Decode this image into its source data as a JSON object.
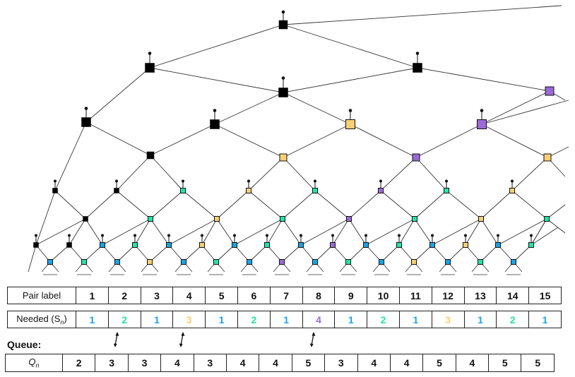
{
  "colors": {
    "black": "#000000",
    "blue": "#1aa3e6",
    "green": "#25e3a4",
    "yellow": "#f7cf74",
    "purple": "#9a6ad6"
  },
  "pair_row": {
    "header": "Pair label",
    "values": [
      "1",
      "2",
      "3",
      "4",
      "5",
      "6",
      "7",
      "8",
      "9",
      "10",
      "11",
      "12",
      "13",
      "14",
      "15"
    ]
  },
  "needed_row": {
    "header": "Needed (S",
    "header_sub": "n",
    "header_close": ")",
    "values": [
      "1",
      "2",
      "1",
      "3",
      "1",
      "2",
      "1",
      "4",
      "1",
      "2",
      "1",
      "3",
      "1",
      "2",
      "1"
    ],
    "colors": [
      "#1aa3e6",
      "#25e3a4",
      "#1aa3e6",
      "#f7cf74",
      "#1aa3e6",
      "#25e3a4",
      "#1aa3e6",
      "#9a6ad6",
      "#1aa3e6",
      "#25e3a4",
      "#1aa3e6",
      "#f7cf74",
      "#1aa3e6",
      "#25e3a4",
      "#1aa3e6"
    ]
  },
  "queue": {
    "title": "Queue:",
    "header": "Q",
    "header_sub": "n",
    "values": [
      "2",
      "3",
      "3",
      "4",
      "3",
      "4",
      "4",
      "5",
      "3",
      "4",
      "4",
      "5",
      "4",
      "5",
      "5"
    ]
  },
  "level_colors": {
    "L0": [
      "k",
      "k"
    ],
    "L1": [
      "k",
      "k",
      "k",
      "p"
    ],
    "L2": [
      "k",
      "k",
      "y",
      "p"
    ],
    "L3": [
      "k",
      "y",
      "p",
      "y"
    ],
    "L4": [
      "k",
      "k",
      "g",
      "y",
      "g",
      "p",
      "g",
      "y"
    ],
    "L5": [
      "k",
      "g",
      "y",
      "g",
      "p",
      "g",
      "y",
      "g"
    ],
    "L6": [
      "k",
      "k",
      "b",
      "g",
      "b",
      "y",
      "b",
      "g",
      "b",
      "p",
      "b",
      "g",
      "b",
      "y",
      "b",
      "g"
    ],
    "L7": [
      "b",
      "g",
      "b",
      "y",
      "b",
      "g",
      "b",
      "p",
      "b",
      "g",
      "b",
      "y",
      "b",
      "g",
      "b"
    ]
  }
}
